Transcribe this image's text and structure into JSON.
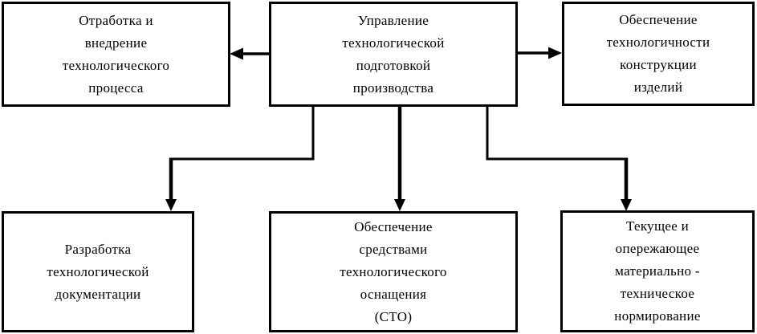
{
  "diagram": {
    "type": "flowchart",
    "language": "ru",
    "colors": {
      "line": "#000000",
      "text": "#000000",
      "box_fill": "#ffffff",
      "background": "#ffffff"
    },
    "boxes": [
      {
        "id": "top-left",
        "role": "child",
        "text": "Отработка и\nвнедрение\nтехнологического\nпроцесса"
      },
      {
        "id": "top-center",
        "role": "root",
        "text": "Управление\nтехнологической\nподготовкой\nпроизводства"
      },
      {
        "id": "top-right",
        "role": "child",
        "text": "Обеспечение\nтехнологичности\nконструкции\nизделий"
      },
      {
        "id": "bottom-left",
        "role": "child",
        "text": "Разработка\nтехнологической\nдокументации"
      },
      {
        "id": "bottom-center",
        "role": "child",
        "text": "Обеспечение\nсредствами\nтехнологического\nоснащения\n(СТО)"
      },
      {
        "id": "bottom-right",
        "role": "child",
        "text": "Текущее и\nопережающее\nматериально -\nтехническое\nнормирование"
      }
    ],
    "edges": [
      {
        "from": "top-center",
        "to": "top-left",
        "shape": "horizontal-arrow"
      },
      {
        "from": "top-center",
        "to": "top-right",
        "shape": "horizontal-arrow"
      },
      {
        "from": "top-center",
        "to": "bottom-left",
        "shape": "elbow-down-arrow"
      },
      {
        "from": "top-center",
        "to": "bottom-center",
        "shape": "straight-down-arrow"
      },
      {
        "from": "top-center",
        "to": "bottom-right",
        "shape": "elbow-down-arrow"
      }
    ]
  }
}
